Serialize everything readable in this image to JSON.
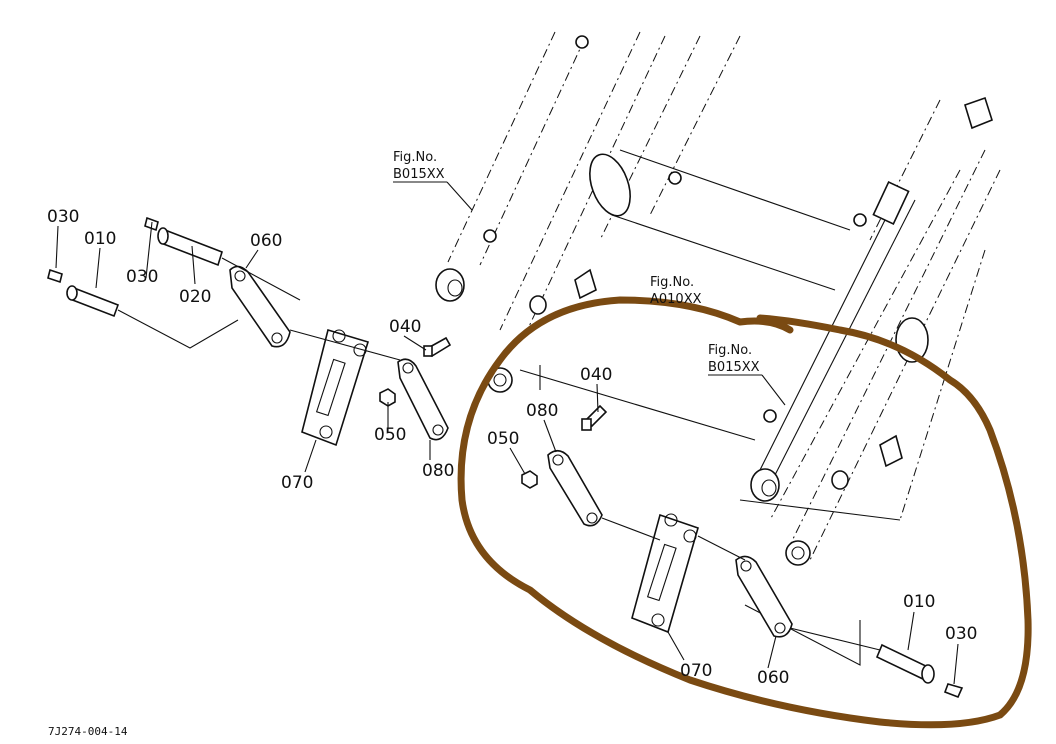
{
  "diagram": {
    "footer_code": "7J274-004-14",
    "figure_refs": [
      {
        "label": "Fig.No.",
        "code": "B015XX"
      },
      {
        "label": "Fig.No.",
        "code": "A010XX"
      },
      {
        "label": "Fig.No.",
        "code": "B015XX"
      }
    ],
    "left_group_labels": [
      "030",
      "010",
      "030",
      "020",
      "060",
      "040",
      "050",
      "070",
      "080"
    ],
    "right_group_labels": [
      "040",
      "080",
      "050",
      "070",
      "060",
      "010",
      "030"
    ],
    "highlight_color": "#7a4a12"
  }
}
